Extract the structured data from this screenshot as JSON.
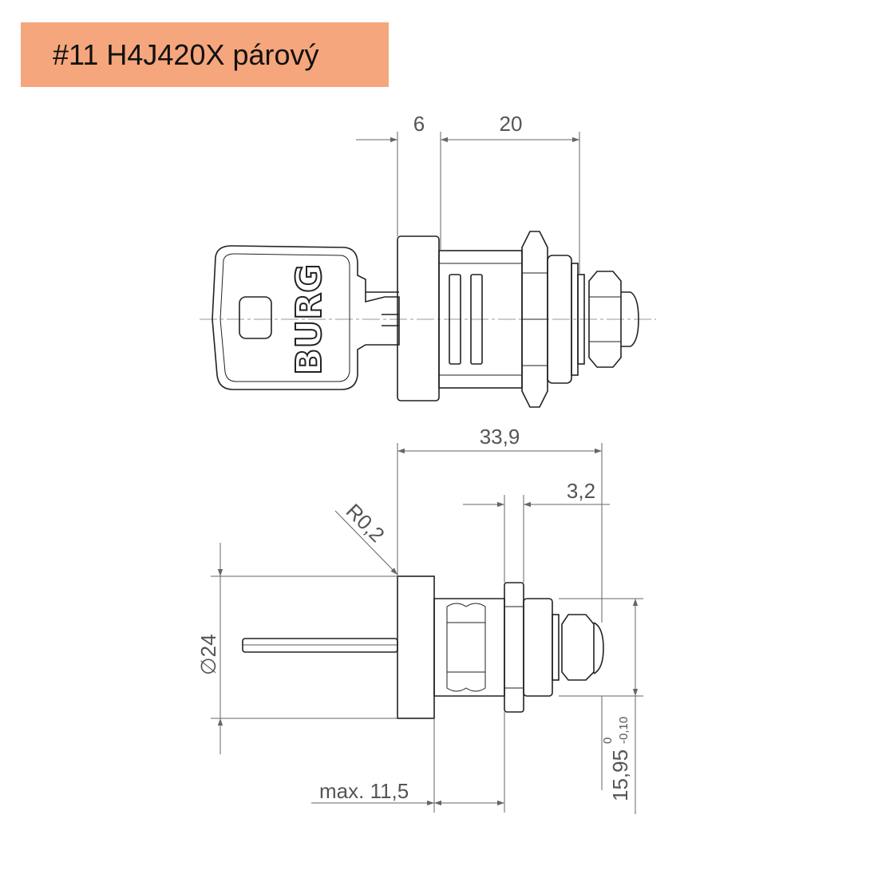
{
  "title": {
    "text": "#11 H4J420X párový",
    "background": "#f5a67c"
  },
  "key_logo": "BURG",
  "dimensions": {
    "top_left": "6",
    "top_right": "20",
    "overall_length": "33,9",
    "collar": "3,2",
    "radius": "R0,2",
    "diameter": "24",
    "max_length": "max. 11,5",
    "thread": "15,95",
    "tol_upper": "0",
    "tol_lower": "-0,10"
  },
  "colors": {
    "line": "#222222",
    "dimension": "#666666"
  }
}
